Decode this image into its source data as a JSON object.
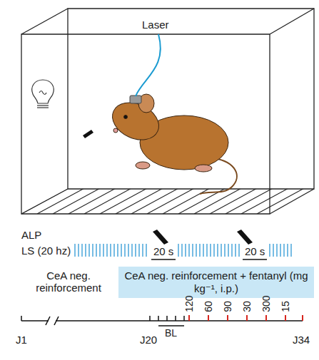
{
  "diagram": {
    "nodes": [
      {
        "text": [
          "CeA neg. reinforcement + fentanyl (mg kg⁻¹, i.p.)"
        ]
      }
    ],
    "labels": [
      "Laser",
      "ALP",
      "LS (20 hz)",
      "20 s",
      "20 s",
      "CeA neg. reinforcement",
      "J1",
      "J20",
      "BL",
      "J34",
      "120",
      "60",
      "90",
      "30",
      "300",
      "15"
    ]
  }
}
